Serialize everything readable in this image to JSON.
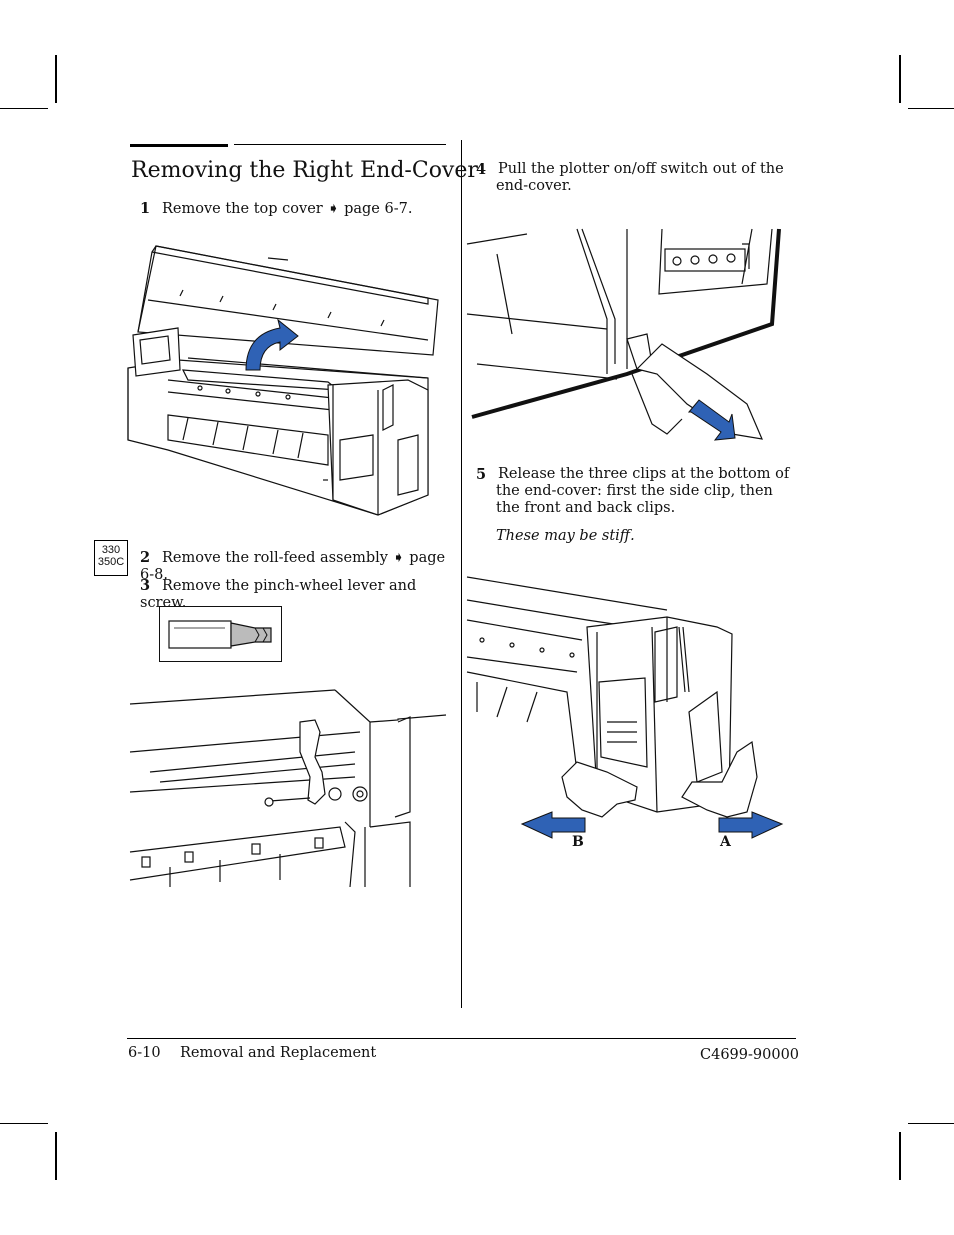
{
  "section_title": "Removing the Right End-Cover",
  "steps": [
    {
      "num": "1",
      "text": "Remove the top cover ➧ page 6-7."
    },
    {
      "num": "2",
      "text": "Remove the roll-feed assembly ➧ page 6-8."
    },
    {
      "num": "3",
      "text": "Remove the pinch-wheel lever and screw."
    },
    {
      "num": "4",
      "text": "Pull the plotter on/off switch out of the end-cover."
    },
    {
      "num": "5",
      "text": "Release the three clips at the bottom of the end-cover: first the side clip, then the front and back clips."
    }
  ],
  "note": "These may be stiff.",
  "model_tag": {
    "line1": "330",
    "line2": "350C"
  },
  "figure_labels": {
    "left_arrow": "B",
    "right_arrow": "A"
  },
  "footer": {
    "page": "6-10",
    "section": "Removal and Replacement",
    "part_number": "C4699-90000"
  },
  "colors": {
    "arrow_fill": "#2f62b5",
    "ink": "#111111"
  }
}
